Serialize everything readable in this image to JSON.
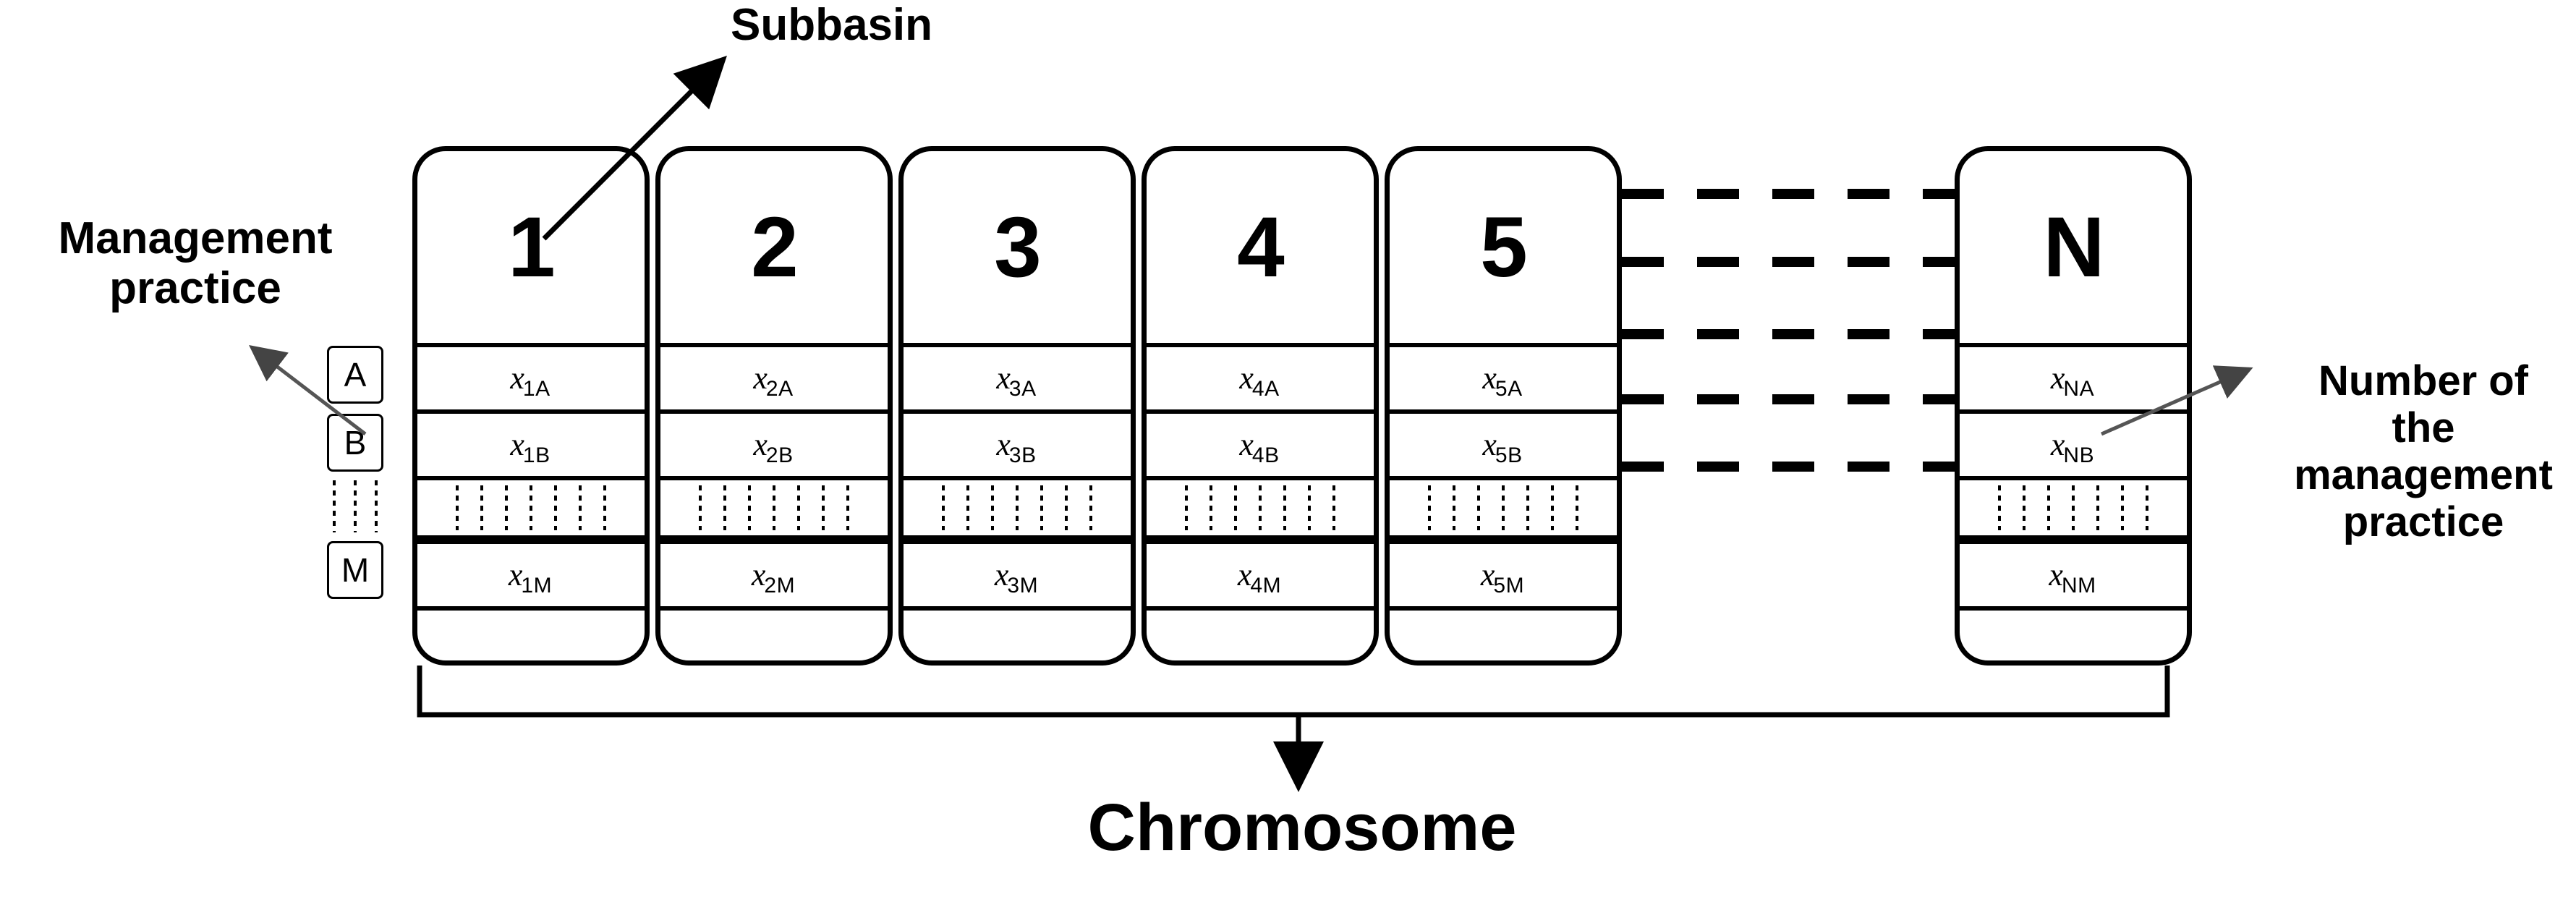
{
  "diagram": {
    "title_top": "Subbasin",
    "label_left": "Management\npractice",
    "label_right": "Number of\nthe\nmanagement\npractice",
    "label_bottom": "Chromosome",
    "practice_rows": [
      "A",
      "B",
      "M"
    ],
    "columns": [
      {
        "header": "1",
        "cells": {
          "A": {
            "base": "x",
            "sub": "1A"
          },
          "B": {
            "base": "x",
            "sub": "1B"
          },
          "M": {
            "base": "x",
            "sub": "1M"
          }
        }
      },
      {
        "header": "2",
        "cells": {
          "A": {
            "base": "x",
            "sub": "2A"
          },
          "B": {
            "base": "x",
            "sub": "2B"
          },
          "M": {
            "base": "x",
            "sub": "2M"
          }
        }
      },
      {
        "header": "3",
        "cells": {
          "A": {
            "base": "x",
            "sub": "3A"
          },
          "B": {
            "base": "x",
            "sub": "3B"
          },
          "M": {
            "base": "x",
            "sub": "3M"
          }
        }
      },
      {
        "header": "4",
        "cells": {
          "A": {
            "base": "x",
            "sub": "4A"
          },
          "B": {
            "base": "x",
            "sub": "4B"
          },
          "M": {
            "base": "x",
            "sub": "4M"
          }
        }
      },
      {
        "header": "5",
        "cells": {
          "A": {
            "base": "x",
            "sub": "5A"
          },
          "B": {
            "base": "x",
            "sub": "5B"
          },
          "M": {
            "base": "x",
            "sub": "5M"
          }
        }
      },
      {
        "header": "N",
        "cells": {
          "A": {
            "base": "x",
            "sub": "NA"
          },
          "B": {
            "base": "x",
            "sub": "NB"
          },
          "M": {
            "base": "x",
            "sub": "NM"
          }
        }
      }
    ],
    "continuation_dashed_line_count": 5,
    "colors": {
      "stroke": "#000000",
      "background": "#ffffff"
    }
  }
}
